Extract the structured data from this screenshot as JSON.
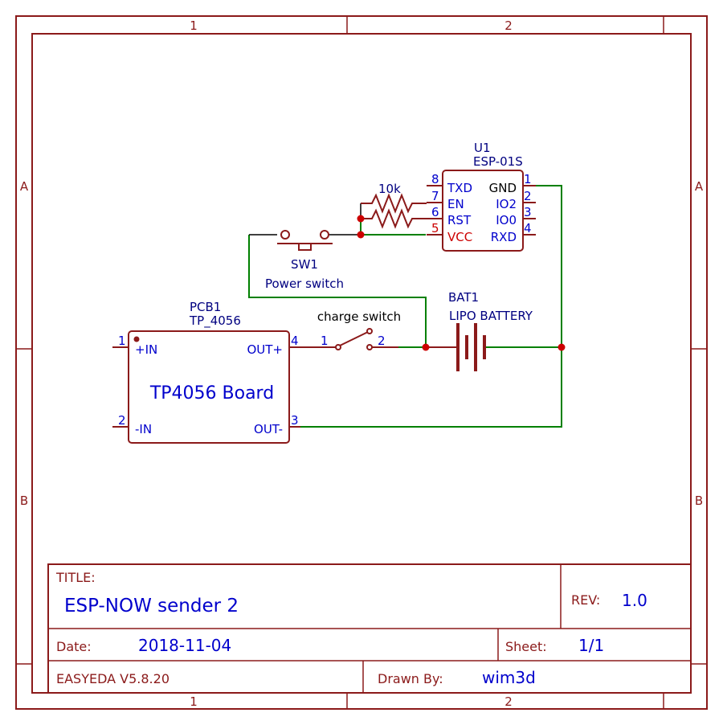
{
  "frame": {
    "columns": [
      "1",
      "2"
    ],
    "rows": [
      "A",
      "B"
    ]
  },
  "components": {
    "u1": {
      "ref": "U1",
      "value": "ESP-01S",
      "pins": [
        {
          "num": "8",
          "name": "TXD"
        },
        {
          "num": "7",
          "name": "EN"
        },
        {
          "num": "6",
          "name": "RST"
        },
        {
          "num": "5",
          "name": "VCC"
        },
        {
          "num": "1",
          "name": "GND"
        },
        {
          "num": "2",
          "name": "IO2"
        },
        {
          "num": "3",
          "name": "IO0"
        },
        {
          "num": "4",
          "name": "RXD"
        }
      ]
    },
    "r1": {
      "value": "10k"
    },
    "sw1": {
      "ref": "SW1",
      "value": "Power switch"
    },
    "pcb1": {
      "ref": "PCB1",
      "value": "TP_4056",
      "body_label": "TP4056 Board",
      "pins": [
        {
          "num": "1",
          "name": "+IN"
        },
        {
          "num": "2",
          "name": "-IN"
        },
        {
          "num": "4",
          "name": "OUT+"
        },
        {
          "num": "3",
          "name": "OUT-"
        }
      ]
    },
    "sw2": {
      "value": "charge switch",
      "pin1": "1",
      "pin2": "2"
    },
    "bat1": {
      "ref": "BAT1",
      "value": "LIPO BATTERY"
    }
  },
  "title_block": {
    "title_label": "TITLE:",
    "title": "ESP-NOW sender 2",
    "rev_label": "REV:",
    "rev": "1.0",
    "date_label": "Date:",
    "date": "2018-11-04",
    "sheet_label": "Sheet:",
    "sheet": "1/1",
    "tool": "EASYEDA V5.8.20",
    "drawn_by_label": "Drawn By:",
    "drawn_by": "wim3d"
  },
  "colors": {
    "frame": "#8b1a1a",
    "wire": "#008000",
    "junction": "#cc0000",
    "pin_text": "#0000cc",
    "designator": "#000080"
  }
}
